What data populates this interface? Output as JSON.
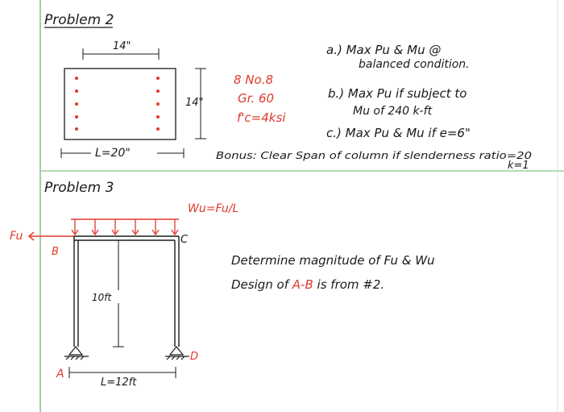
{
  "problem2": {
    "title": "Problem 2",
    "width_label": "14\"",
    "height_label": "14\"",
    "length_label": "L=20\"",
    "bars_label": "8 No.8",
    "grade_label": "Gr. 60",
    "fc_label": "f'c=4ksi",
    "part_a_line1": "a.) Max Pu & Mu @",
    "part_a_line2": "balanced condition.",
    "part_b_line1": "b.) Max Pu if subject to",
    "part_b_line2": "Mu of 240 k-ft",
    "part_c": "c.) Max Pu & Mu if e=6\"",
    "bonus_line1": "Bonus: Clear Span of column if slenderness ratio=20",
    "bonus_line2": "k=1"
  },
  "problem3": {
    "title": "Problem 3",
    "load_label": "Wu=Fu/L",
    "force_label": "Fu",
    "node_a": "A",
    "node_b": "B",
    "node_c": "C",
    "node_d": "D",
    "height_label": "10ft",
    "span_label": "L=12ft",
    "task_line1": "Determine magnitude of Fu & Wu",
    "task_line2_prefix": "Design of ",
    "task_line2_members": "A-B",
    "task_line2_suffix": " is from #2."
  },
  "colors": {
    "ink": "#1a1a1a",
    "red_ink": "#e03a2e",
    "rule_line": "#9ccf9c"
  }
}
